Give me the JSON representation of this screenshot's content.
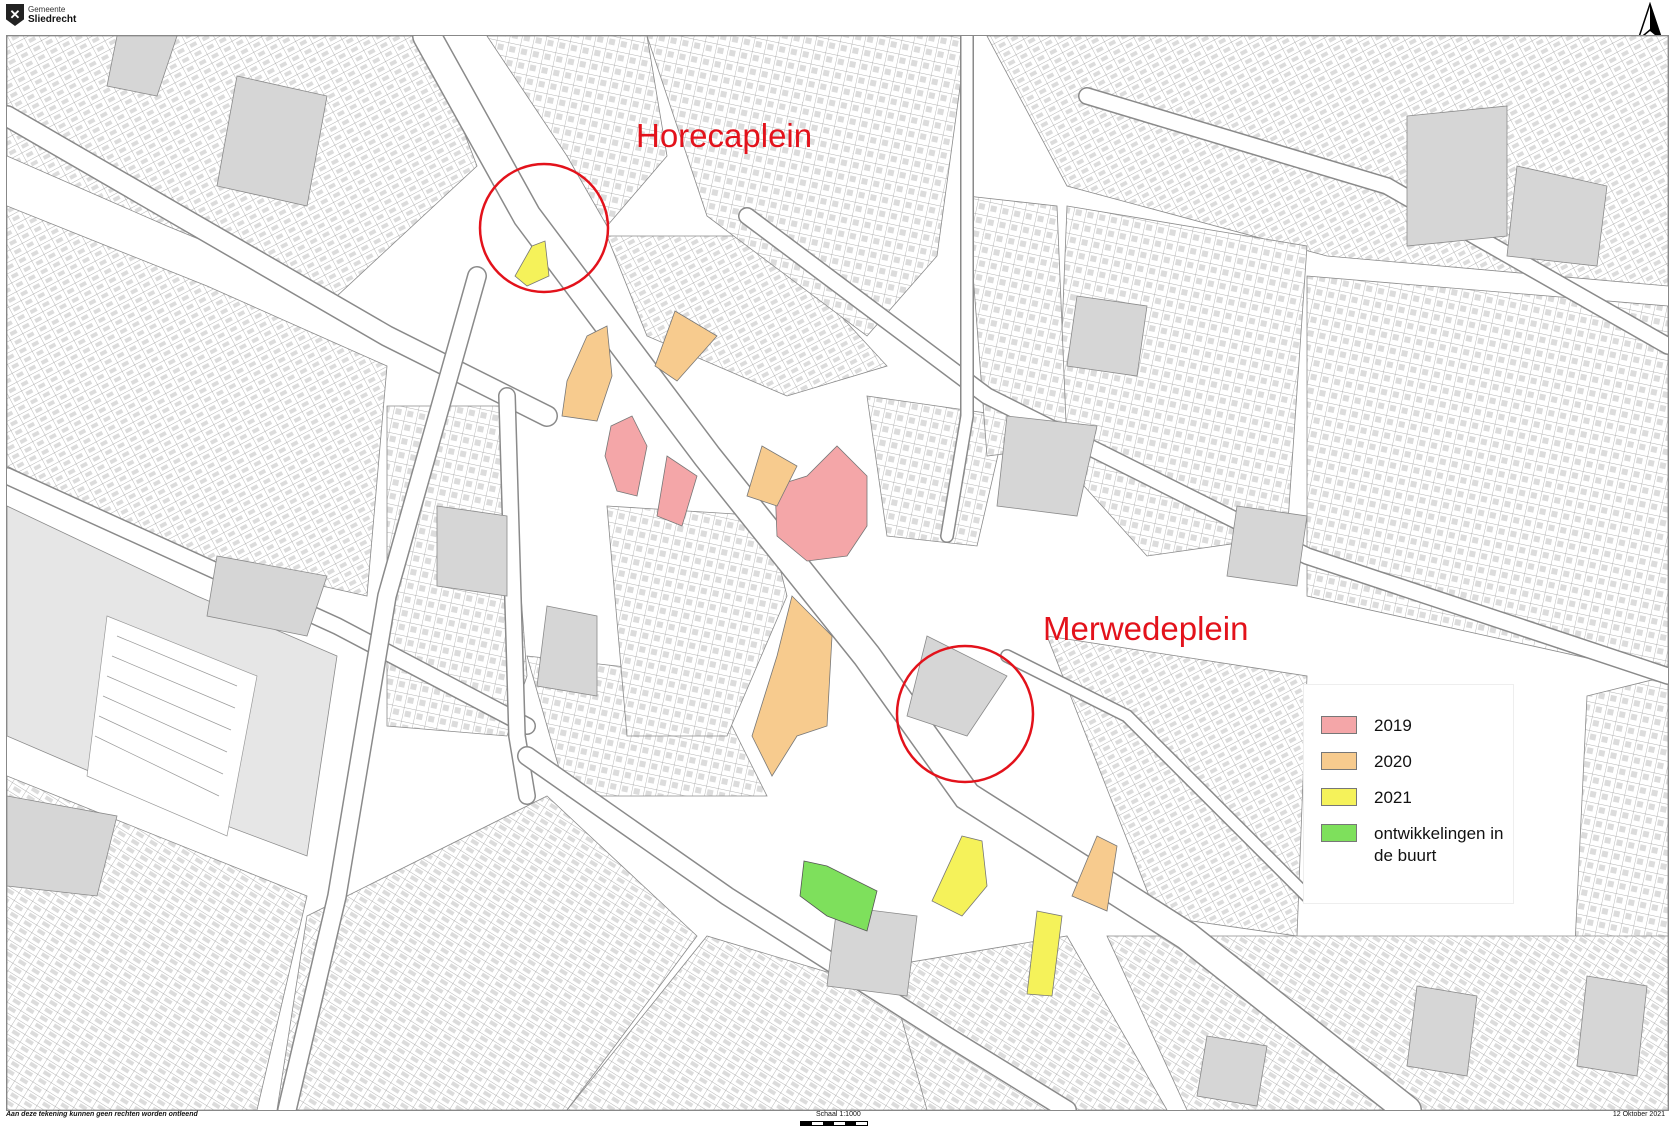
{
  "header": {
    "crest_glyph": "✕",
    "org_line1": "Gemeente",
    "org_line2": "Sliedrecht"
  },
  "colors": {
    "2019": "#f4a6a8",
    "2020": "#f7cb8e",
    "2021": "#f5f25a",
    "buurt": "#7ee05c",
    "callout": "#e3121b",
    "block": "#d6d6d6",
    "road": "#ffffff",
    "line": "#8a8a8a"
  },
  "callouts": {
    "horecaplein": "Horecaplein",
    "merwedeplein": "Merwedeplein"
  },
  "legend": {
    "items": [
      {
        "key": "2019",
        "label": "2019"
      },
      {
        "key": "2020",
        "label": "2020"
      },
      {
        "key": "2021",
        "label": "2021"
      },
      {
        "key": "buurt",
        "label": "ontwikkelingen in de buurt"
      }
    ]
  },
  "footer": {
    "disclaimer": "Aan deze tekening kunnen geen rechten worden ontleend",
    "scale": "Schaal 1:1000",
    "date": "12 Oktober 2021"
  }
}
